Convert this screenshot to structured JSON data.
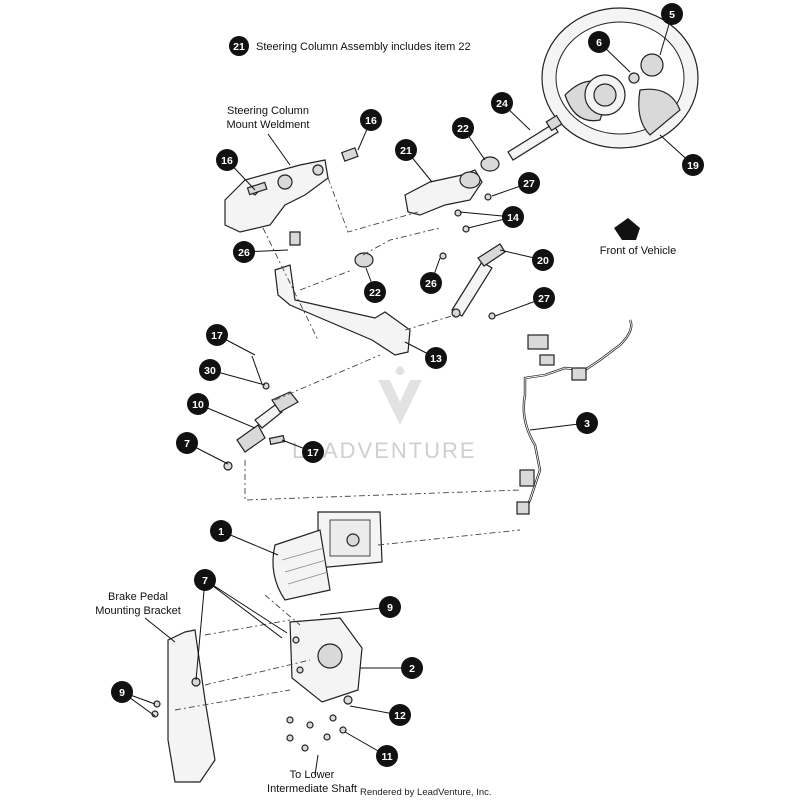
{
  "note": {
    "ref": "21",
    "text": "Steering Column Assembly includes item 22"
  },
  "labels": {
    "steering_column_mount": [
      "Steering Column",
      "Mount Weldment"
    ],
    "front_of_vehicle": "Front of Vehicle",
    "brake_pedal_bracket": [
      "Brake Pedal",
      "Mounting Bracket"
    ],
    "lower_shaft": [
      "To Lower",
      "Intermediate Shaft"
    ]
  },
  "callouts": [
    {
      "id": "c5",
      "num": "5"
    },
    {
      "id": "c6",
      "num": "6"
    },
    {
      "id": "c19",
      "num": "19"
    },
    {
      "id": "c24",
      "num": "24"
    },
    {
      "id": "c22a",
      "num": "22"
    },
    {
      "id": "c16a",
      "num": "16"
    },
    {
      "id": "c16b",
      "num": "16"
    },
    {
      "id": "c21",
      "num": "21"
    },
    {
      "id": "c27a",
      "num": "27"
    },
    {
      "id": "c14",
      "num": "14"
    },
    {
      "id": "c26a",
      "num": "26"
    },
    {
      "id": "c20",
      "num": "20"
    },
    {
      "id": "c26b",
      "num": "26"
    },
    {
      "id": "c22b",
      "num": "22"
    },
    {
      "id": "c27b",
      "num": "27"
    },
    {
      "id": "c13",
      "num": "13"
    },
    {
      "id": "c17a",
      "num": "17"
    },
    {
      "id": "c30",
      "num": "30"
    },
    {
      "id": "c10",
      "num": "10"
    },
    {
      "id": "c7a",
      "num": "7"
    },
    {
      "id": "c17b",
      "num": "17"
    },
    {
      "id": "c3",
      "num": "3"
    },
    {
      "id": "c1",
      "num": "1"
    },
    {
      "id": "c7b",
      "num": "7"
    },
    {
      "id": "c9a",
      "num": "9"
    },
    {
      "id": "c2",
      "num": "2"
    },
    {
      "id": "c9b",
      "num": "9"
    },
    {
      "id": "c12",
      "num": "12"
    },
    {
      "id": "c11",
      "num": "11"
    }
  ],
  "watermark": "LEADVENTURE",
  "credit": "Rendered by LeadVenture, Inc."
}
